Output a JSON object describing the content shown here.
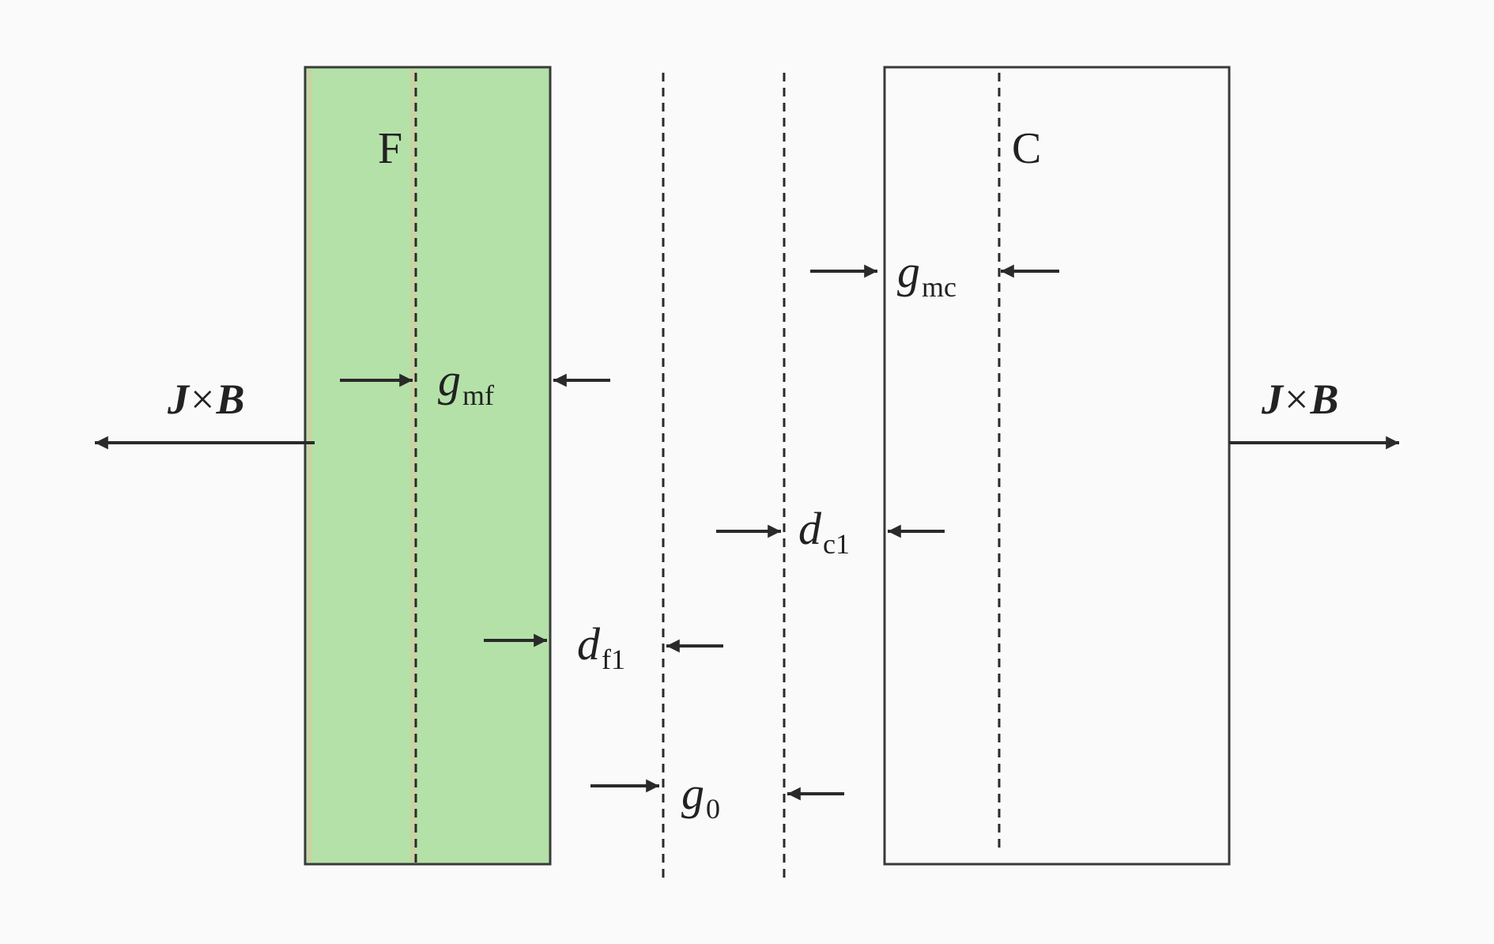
{
  "blocks": {
    "left_label": "F",
    "right_label": "C",
    "left_fill": "#b4e1a8",
    "left_centerline_color": "#c9d3a3",
    "outline_color": "#3a3a3a"
  },
  "dimensions": {
    "g_mf": {
      "symbol": "g",
      "subscript": "mf"
    },
    "g_mc": {
      "symbol": "g",
      "subscript": "mc"
    },
    "d_f1": {
      "symbol": "d",
      "subscript": "f1"
    },
    "d_c1": {
      "symbol": "d",
      "subscript": "c1"
    },
    "g_0": {
      "symbol": "g",
      "subscript": "0"
    }
  },
  "forces": {
    "left": {
      "j": "J",
      "times": "×",
      "b": "B"
    },
    "right": {
      "j": "J",
      "times": "×",
      "b": "B"
    }
  }
}
